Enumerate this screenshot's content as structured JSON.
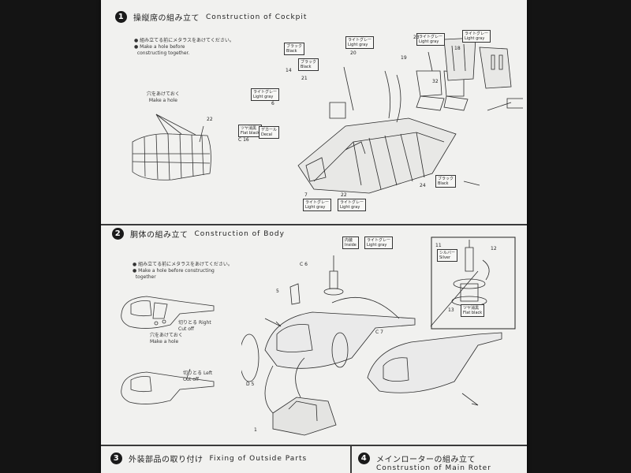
{
  "section1": {
    "number": "1",
    "title_jp": "操縦席の組み立て",
    "title_en": "Construction of Cockpit",
    "note_jp": "組み立てる前にメタラスをあけてください。",
    "note_en1": "Make a hole before",
    "note_en2": "constructing together.",
    "hole_jp": "穴をあけておく",
    "hole_en": "Make a hole",
    "tags": [
      {
        "jp": "ブラック",
        "en": "Black"
      },
      {
        "jp": "ブラック",
        "en": "Black"
      },
      {
        "jp": "ライトグレー",
        "en": "Light gray"
      },
      {
        "jp": "ライトグレー",
        "en": "Light gray"
      },
      {
        "jp": "ライトグレー",
        "en": "Light gray"
      },
      {
        "jp": "ライトグレー",
        "en": "Light gray"
      },
      {
        "jp": "ツヤ消黒",
        "en": "Flat black"
      },
      {
        "jp": "デカール",
        "en": "Decal"
      },
      {
        "jp": "ブラック",
        "en": "Black"
      },
      {
        "jp": "ライトグレー",
        "en": "Light gray"
      },
      {
        "jp": "ライトグレー",
        "en": "Light gray"
      }
    ],
    "parts": [
      "22",
      "14",
      "21",
      "20",
      "23",
      "19",
      "18",
      "32",
      "6",
      "C 16",
      "7",
      "22",
      "24"
    ]
  },
  "section2": {
    "number": "2",
    "title_jp": "胴体の組み立て",
    "title_en": "Construction of Body",
    "note_jp": "組み立てる前にメタラスをあけてください。",
    "note_en1": "Make a hole before constructing",
    "note_en2": "together",
    "cut_right_jp": "切りとる",
    "cut_right_en": "Right",
    "cut_right_sub": "Cut off",
    "hole_jp": "穴をあけておく",
    "hole_en": "Make a hole",
    "cut_left_jp": "切りとる",
    "cut_left_en": "Left",
    "cut_left_sub": "Cut off",
    "tags": [
      {
        "jp": "内装",
        "en": "Inside"
      },
      {
        "jp": "ライトグレー",
        "en": "Light gray"
      },
      {
        "jp": "シルバー",
        "en": "Silver"
      },
      {
        "jp": "ツヤ消黒",
        "en": "Flat black"
      }
    ],
    "parts": [
      "C 6",
      "5",
      "C 7",
      "D 5",
      "11",
      "12",
      "13",
      "1"
    ]
  },
  "section3": {
    "number": "3",
    "title_jp": "外装部品の取り付け",
    "title_en": "Fixing of Outside Parts"
  },
  "section4": {
    "number": "4",
    "title_jp": "メインローターの組み立て",
    "title_en": "Construstion of Main Roter"
  }
}
